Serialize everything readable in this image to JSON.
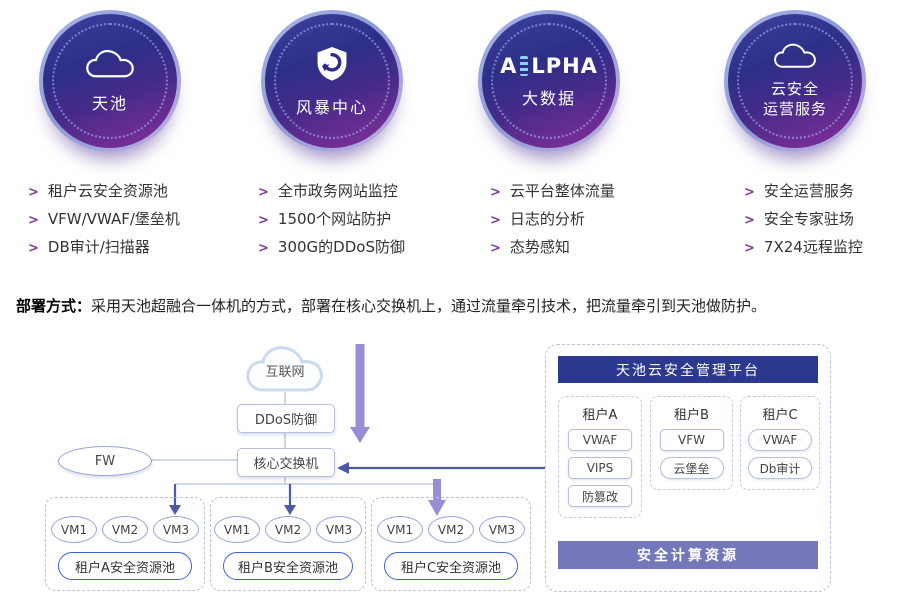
{
  "bullet": ">",
  "colors": {
    "badge_gradient_top": "#2d2f87",
    "badge_gradient_bottom": "#7e3399",
    "accent_purple": "#7d3a96",
    "platform_header_navy": "#2b3a8f",
    "compute_bar_purple": "#7478ba",
    "arrow_light_purple": "#988dd6",
    "arrow_indigo": "#4d58a8"
  },
  "badges": [
    {
      "title": "天池",
      "items": [
        "租户云安全资源池",
        "VFW/VWAF/堡垒机",
        "DB审计/扫描器"
      ]
    },
    {
      "title": "风暴中心",
      "items": [
        "全市政务网站监控",
        "1500个网站防护",
        "300G的DDoS防御"
      ]
    },
    {
      "logo_left": "A",
      "logo_right": "LPHA",
      "title": "大数据",
      "items": [
        "云平台整体流量",
        "日志的分析",
        "态势感知"
      ]
    },
    {
      "title_line1": "云安全",
      "title_line2": "运营服务",
      "items": [
        "安全运营服务",
        "安全专家驻场",
        "7X24远程监控"
      ]
    }
  ],
  "deployment": {
    "label": "部署方式：",
    "text": "采用天池超融合一体机的方式，部署在核心交换机上，通过流量牵引技术，把流量牵引到天池做防护。"
  },
  "diagram": {
    "internet_label": "互联网",
    "ddos_label": "DDoS防御",
    "switch_label": "核心交换机",
    "fw_label": "FW",
    "pools": [
      {
        "vms": [
          "VM1",
          "VM2",
          "VM3"
        ],
        "label": "租户A安全资源池"
      },
      {
        "vms": [
          "VM1",
          "VM2",
          "VM3"
        ],
        "label": "租户B安全资源池"
      },
      {
        "vms": [
          "VM1",
          "VM2",
          "VM3"
        ],
        "label": "租户C安全资源池"
      }
    ],
    "platform": {
      "title": "天池云安全管理平台",
      "columns": [
        {
          "name": "租户A",
          "items": [
            "VWAF",
            "VIPS",
            "防篡改"
          ]
        },
        {
          "name": "租户B",
          "items": [
            "VFW",
            "云堡垒"
          ]
        },
        {
          "name": "租户C",
          "items": [
            "VWAF",
            "Db审计"
          ]
        }
      ],
      "footer": "安全计算资源"
    }
  }
}
